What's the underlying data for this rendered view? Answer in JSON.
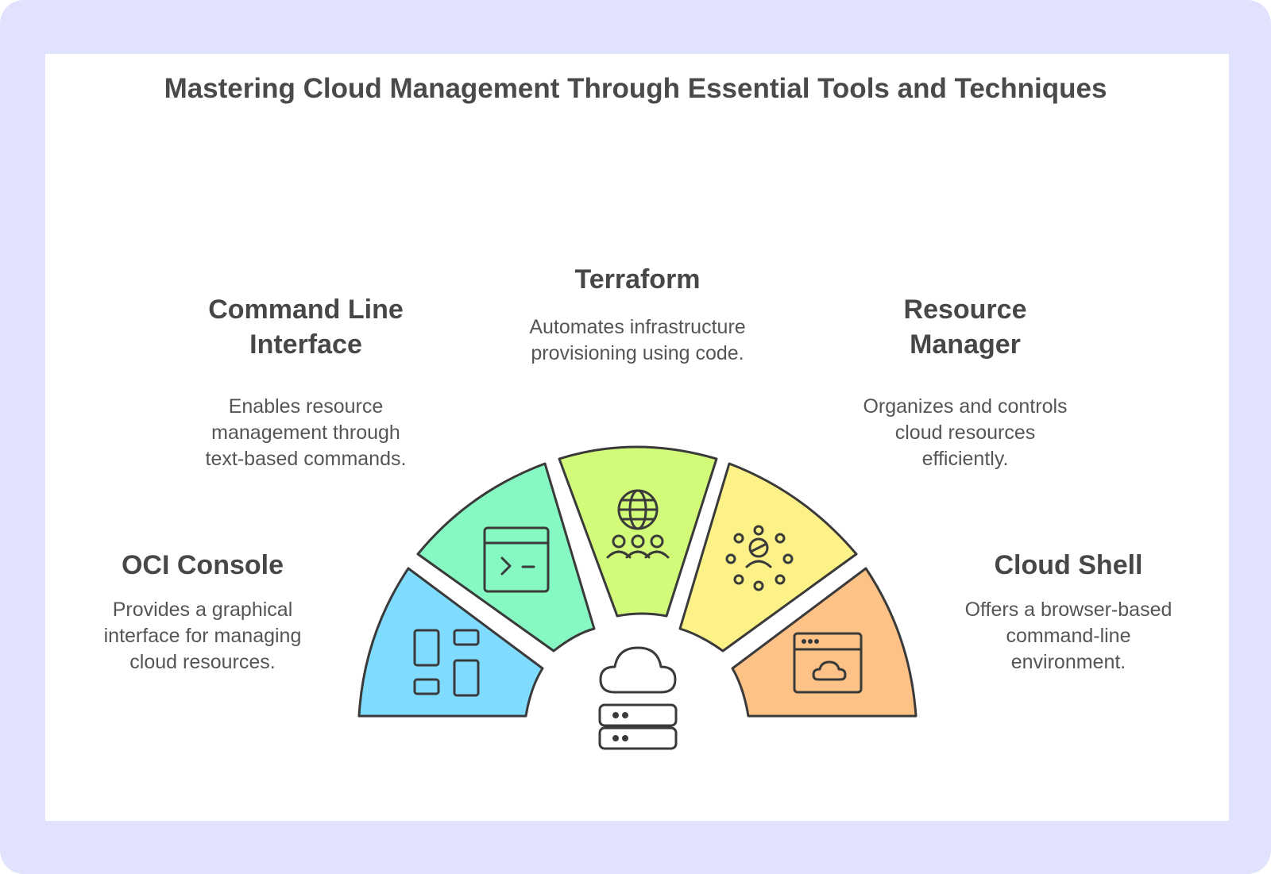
{
  "title": "Mastering Cloud Management Through Essential Tools and Techniques",
  "segments": [
    {
      "id": "oci-console",
      "name": "OCI Console",
      "description": "Provides a graphical interface for managing cloud resources.",
      "color": "#7fdcfe",
      "icon": "layout-icon"
    },
    {
      "id": "cli",
      "name": "Command Line Interface",
      "description": "Enables resource management through text-based commands.",
      "color": "#86f9c3",
      "icon": "terminal-icon"
    },
    {
      "id": "terraform",
      "name": "Terraform",
      "description": "Automates infrastructure provisioning using code.",
      "color": "#d1fb78",
      "icon": "globe-people-icon"
    },
    {
      "id": "resource-manager",
      "name": "Resource Manager",
      "description": "Organizes and controls cloud resources efficiently.",
      "color": "#fdf287",
      "icon": "network-icon"
    },
    {
      "id": "cloud-shell",
      "name": "Cloud Shell",
      "description": "Offers a browser-based command-line environment.",
      "color": "#fec186",
      "icon": "browser-cloud-icon"
    }
  ],
  "center_icon": "cloud-server-icon",
  "colors": {
    "background": "#e1e3fe",
    "stroke": "#3a3a3a"
  }
}
